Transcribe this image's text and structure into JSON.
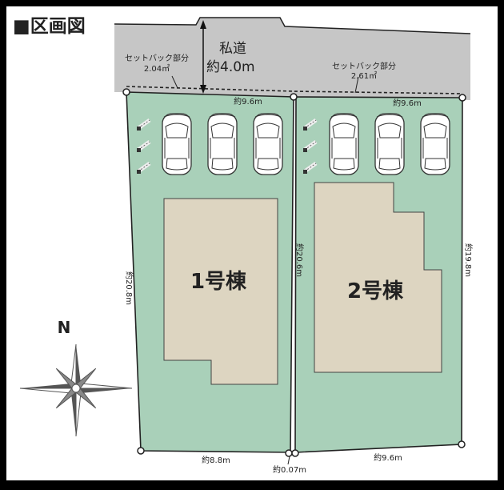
{
  "title": "■区画図",
  "road": {
    "name": "私道",
    "width": "約4.0m"
  },
  "setback_left": {
    "label": "セットバック部分",
    "area": "2.04㎡"
  },
  "setback_right": {
    "label": "セットバック部分",
    "area": "2.61㎡"
  },
  "lot1": {
    "name": "1号棟",
    "top": "約9.6m",
    "left": "約20.8m",
    "right": "約20.6m",
    "bottom": "約8.8m"
  },
  "lot2": {
    "name": "2号棟",
    "top": "約9.6m",
    "right": "約19.8m",
    "bottom": "約9.6m"
  },
  "gap": "約0.07m",
  "compass": {
    "north": "N"
  },
  "colors": {
    "lot": "#a9d0b9",
    "building": "#ddd5c1",
    "road": "#c6c6c6"
  }
}
